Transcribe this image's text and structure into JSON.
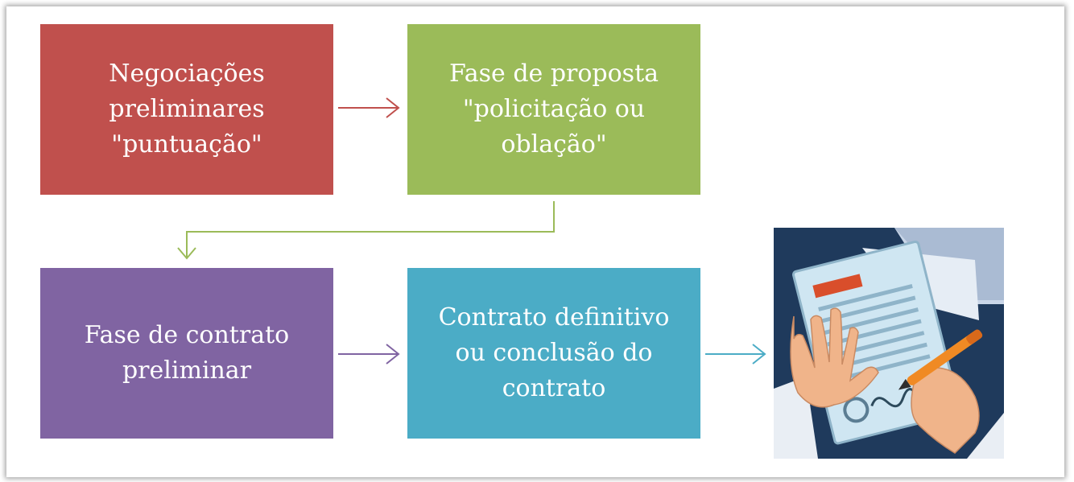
{
  "boxes": {
    "negotiations": {
      "lines": [
        "Negociações",
        "preliminares",
        "\"puntuação\""
      ],
      "color": "#c0504d"
    },
    "proposal": {
      "lines": [
        "Fase de proposta",
        "\"policitação ou",
        "oblação\""
      ],
      "color": "#9bbb59"
    },
    "preliminary_contract": {
      "lines": [
        "Fase de contrato",
        "preliminar"
      ],
      "color": "#8064a2"
    },
    "definitive_contract": {
      "lines": [
        "Contrato definitivo",
        "ou conclusão do",
        "contrato"
      ],
      "color": "#4bacc6"
    }
  },
  "illustration": {
    "icon": "contract-signing-icon"
  }
}
